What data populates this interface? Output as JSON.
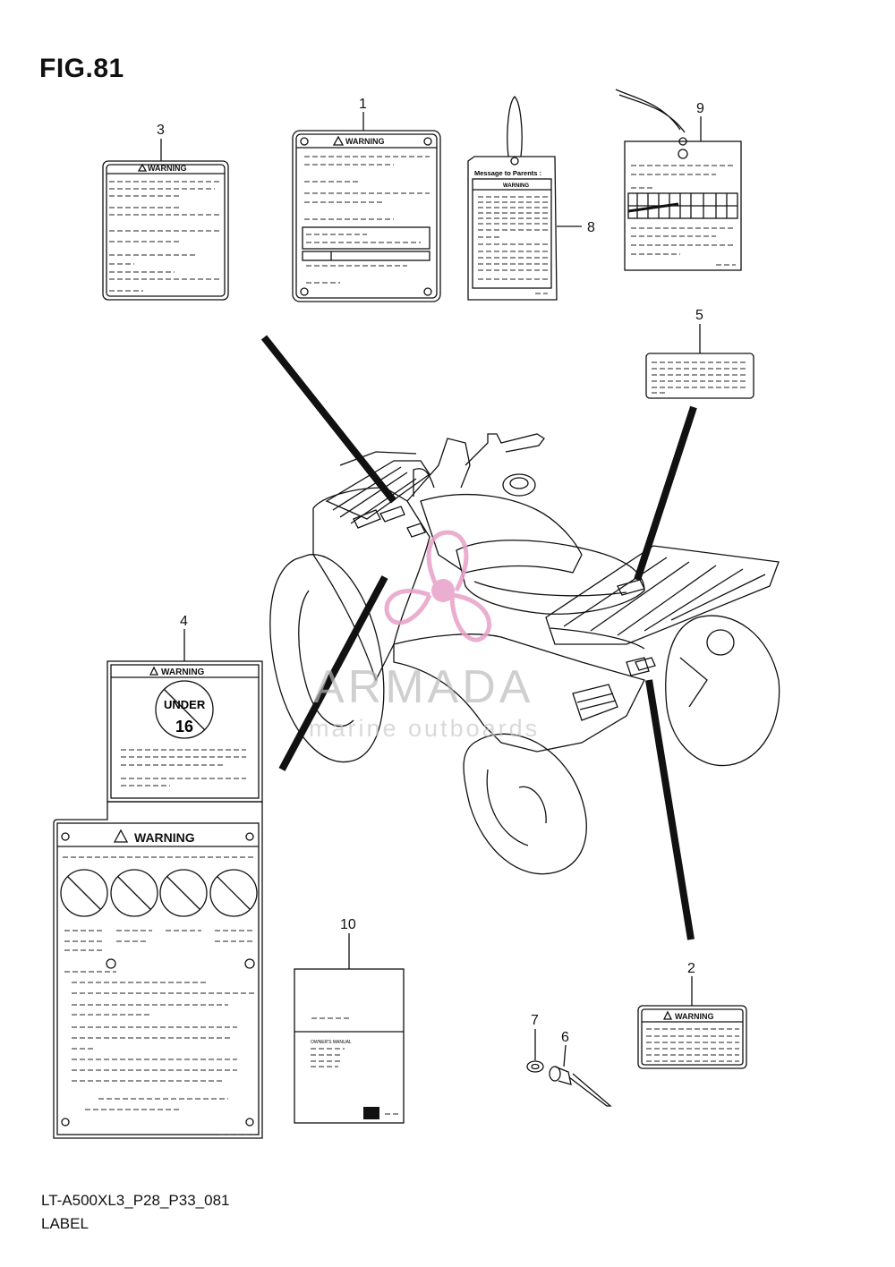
{
  "figure": {
    "title": "FIG.81",
    "code": "LT-A500XL3_P28_P33_081",
    "name": "LABEL"
  },
  "callouts": [
    "1",
    "2",
    "3",
    "4",
    "5",
    "6",
    "7",
    "8",
    "9",
    "10"
  ],
  "labels": {
    "warning": "WARNING",
    "under": "UNDER",
    "age": "16",
    "message_to_parents": "Message to Parents :",
    "owners_manual": "OWNER'S MANUAL"
  },
  "watermark": {
    "brand": "ARMADA",
    "tagline": "marine outboards",
    "color": "#e8a0c8"
  }
}
